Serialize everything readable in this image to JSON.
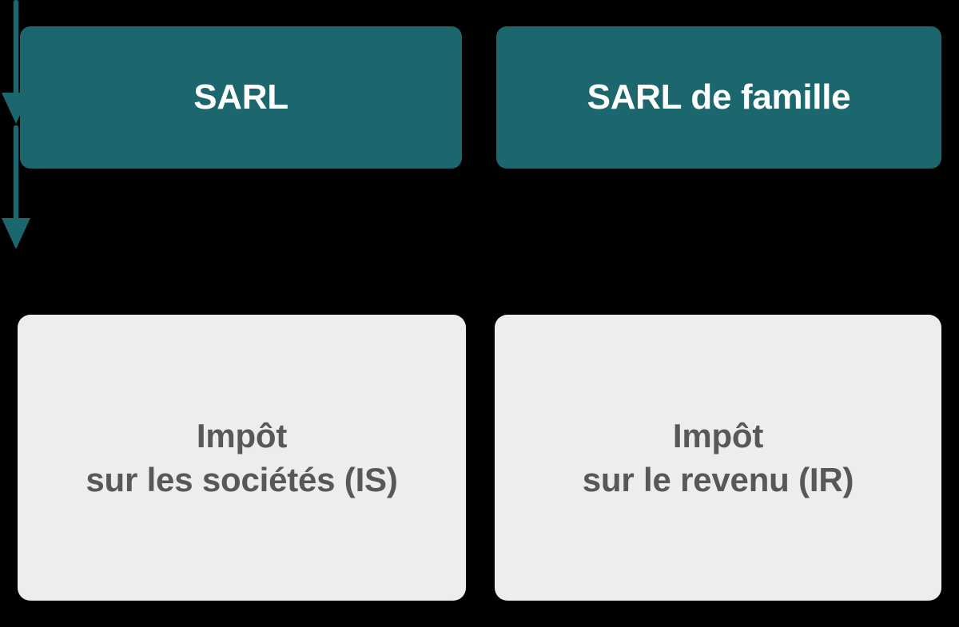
{
  "diagram": {
    "type": "flowchart",
    "orientation": "two-column-vertical",
    "background_color": "#000000",
    "accent_color": "#1c666e",
    "result_box_color": "#ededed",
    "result_text_color": "#585858",
    "source_text_color": "#ffffff",
    "columns": [
      {
        "id": "sarl",
        "source": {
          "label": "SARL",
          "icon": ""
        },
        "arrow": {
          "icon": "down-arrow-icon",
          "color": "#1c666e"
        },
        "result": {
          "label": "Impôt\nsur les sociétés (IS)",
          "line1": "Impôt",
          "line2": "sur les sociétés (IS)"
        }
      },
      {
        "id": "sarl-de-famille",
        "source": {
          "label": "SARL de famille",
          "icon": ""
        },
        "arrow": {
          "icon": "down-arrow-icon",
          "color": "#1c666e"
        },
        "result": {
          "label": "Impôt\nsur le revenu (IR)",
          "line1": "Impôt",
          "line2": "sur le revenu (IR)"
        }
      }
    ]
  }
}
